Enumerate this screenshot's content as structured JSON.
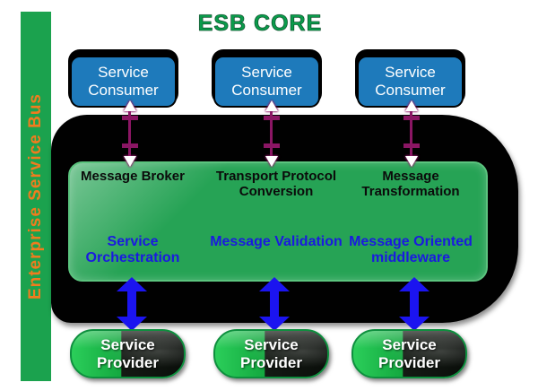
{
  "title": {
    "text": "ESB CORE"
  },
  "sidebar": {
    "label": "Enterprise Service Bus"
  },
  "consumers": [
    {
      "label": "Service Consumer"
    },
    {
      "label": "Service Consumer"
    },
    {
      "label": "Service Consumer"
    }
  ],
  "core": {
    "capabilities": [
      {
        "top": "Message Broker",
        "bottom": "Service Orchestration"
      },
      {
        "top": "Transport Protocol Conversion",
        "bottom": "Message Validation"
      },
      {
        "top": "Message Transformation",
        "bottom": "Message Oriented middleware"
      }
    ]
  },
  "providers": [
    {
      "label": "Service Provider"
    },
    {
      "label": "Service Provider"
    },
    {
      "label": "Service Provider"
    }
  ],
  "icons": {
    "consumer_link": "magenta-double-arrow",
    "provider_link": "blue-double-arrow"
  },
  "colors": {
    "bar-green": "#1BA24E",
    "title-green": "#0A9B4B",
    "orange": "#F07C1E",
    "consumer-blue": "#1E7ABB",
    "core-green": "#26A355",
    "label-blue": "#1A1AE0",
    "arrow-blue": "#1B14F0",
    "magenta": "#8B1664",
    "blob-black": "#010101"
  }
}
